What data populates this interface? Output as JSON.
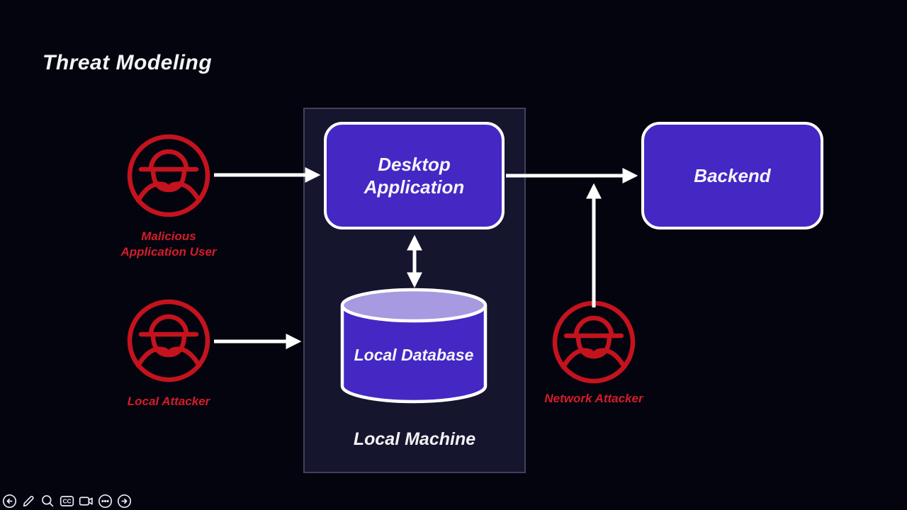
{
  "title": "Threat Modeling",
  "colors": {
    "background": "#04040f",
    "node_fill": "#4527c4",
    "node_border": "#ffffff",
    "db_top_fill": "#a79ae0",
    "container_fill": "#15152e",
    "container_border": "#41415e",
    "attacker_red": "#c5131e",
    "attacker_label_red": "#d41d28",
    "arrow": "#ffffff",
    "text": "#f4f4f6"
  },
  "diagram": {
    "container_label": "Local Machine",
    "nodes": {
      "desktop": {
        "line1": "Desktop",
        "line2": "Application"
      },
      "backend": {
        "label": "Backend"
      },
      "database": {
        "label": "Local Database"
      }
    },
    "actors": [
      {
        "id": "malicious-application-user",
        "lines": [
          "Malicious",
          "Application User"
        ]
      },
      {
        "id": "local-attacker",
        "lines": [
          "Local Attacker"
        ]
      },
      {
        "id": "network-attacker",
        "lines": [
          "Network Attacker"
        ]
      }
    ],
    "arrows": [
      "malicious-application-user -> desktop-application",
      "local-attacker -> local-machine",
      "desktop-application -> backend",
      "network-attacker -> desktop-backend-link",
      "desktop-application <-> local-database"
    ]
  },
  "toolbar": {
    "cc_label": "CC",
    "icons": [
      "back",
      "draw-pencil",
      "magnifier",
      "closed-captions",
      "camera",
      "more",
      "forward"
    ]
  }
}
